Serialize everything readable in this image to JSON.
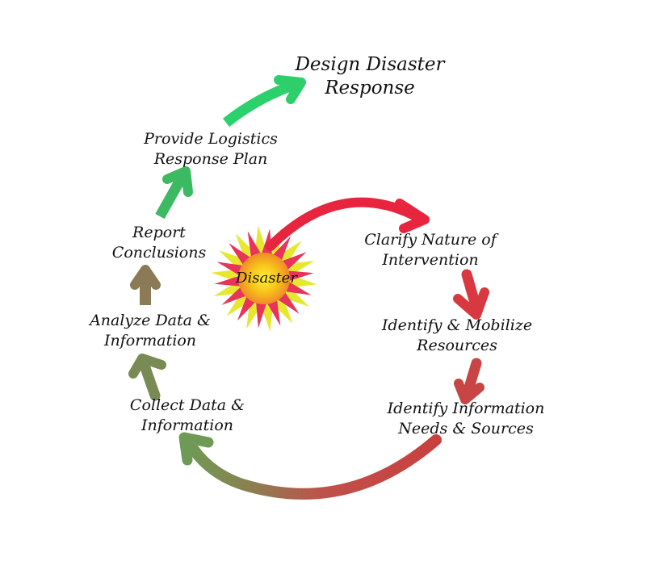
{
  "diagram": {
    "center": {
      "label": "Disaster",
      "icon": "starburst-icon"
    },
    "steps": [
      {
        "id": "clarify",
        "lines": [
          "Clarify Nature of",
          "Intervention"
        ]
      },
      {
        "id": "mobilize",
        "lines": [
          "Identify & Mobilize",
          "Resources"
        ]
      },
      {
        "id": "info-needs",
        "lines": [
          "Identify Information",
          "Needs & Sources"
        ]
      },
      {
        "id": "collect",
        "lines": [
          "Collect Data &",
          "Information"
        ]
      },
      {
        "id": "analyze",
        "lines": [
          "Analyze Data &",
          "Information"
        ]
      },
      {
        "id": "report",
        "lines": [
          "Report",
          "Conclusions"
        ]
      },
      {
        "id": "logistics",
        "lines": [
          "Provide Logistics",
          "Response Plan"
        ]
      },
      {
        "id": "design",
        "lines": [
          "Design Disaster",
          "Response"
        ]
      }
    ],
    "colors": {
      "red": "#e8253f",
      "dark_red": "#c84545",
      "olive": "#7a8a55",
      "brown": "#8a7a55",
      "green": "#3cba62",
      "bright_green": "#2ecf6a",
      "star_outer": "#e8335a",
      "star_yellow": "#e6e830",
      "star_core": "#f7c21a"
    }
  }
}
